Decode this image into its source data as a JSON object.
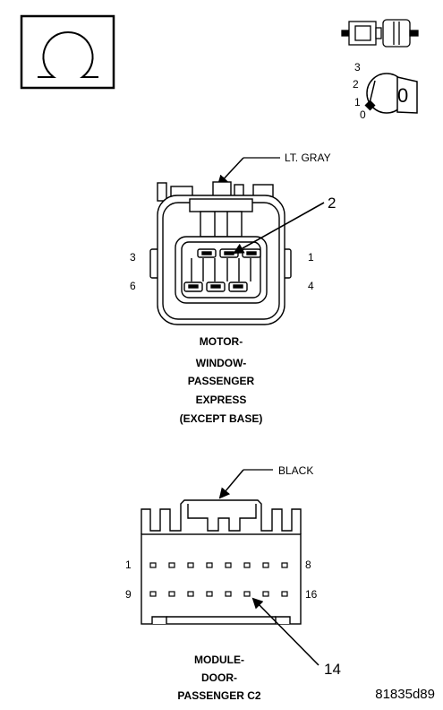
{
  "icons": {
    "ohm": "ohmmeter-icon",
    "disconnect": "disconnect-connector-icon",
    "ignition": "ignition-key-off-icon"
  },
  "ignition": {
    "positions": [
      "3",
      "2",
      "1",
      "0"
    ],
    "key_label": "0"
  },
  "connector_top": {
    "color_label": "LT. GRAY",
    "callout_pin": "2",
    "pin_labels": {
      "top_left": "3",
      "top_right": "1",
      "bottom_left": "6",
      "bottom_right": "4"
    },
    "caption": [
      "MOTOR-",
      "WINDOW-",
      "PASSENGER",
      "EXPRESS",
      "(EXCEPT BASE)"
    ]
  },
  "connector_bottom": {
    "color_label": "BLACK",
    "callout_pin": "14",
    "pin_labels": {
      "top_left": "1",
      "top_right": "8",
      "bottom_left": "9",
      "bottom_right": "16"
    },
    "caption": [
      "MODULE-",
      "DOOR-",
      "PASSENGER C2"
    ]
  },
  "figure_id": "81835d89"
}
